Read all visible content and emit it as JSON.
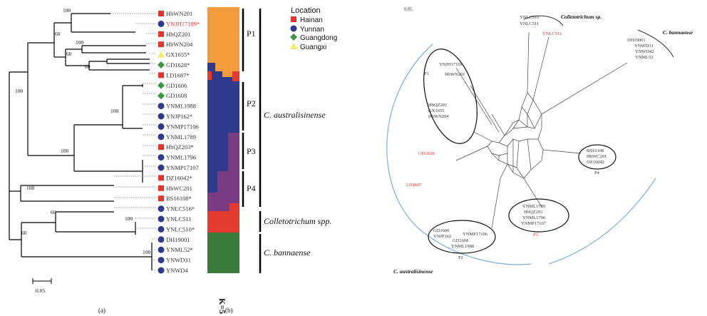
{
  "tree": {
    "taxa": [
      {
        "label": "HbWN201",
        "loc": "hainan",
        "red": false
      },
      {
        "label": "YNJH17109*",
        "loc": "yunnan",
        "red": true
      },
      {
        "label": "HbQZ201",
        "loc": "hainan",
        "red": false
      },
      {
        "label": "HbWN204",
        "loc": "hainan",
        "red": false
      },
      {
        "label": "GX1655*",
        "loc": "guangxi",
        "red": false
      },
      {
        "label": "GD1628*",
        "loc": "guangdong",
        "red": false
      },
      {
        "label": "LD1687*",
        "loc": "hainan",
        "red": false
      },
      {
        "label": "GD1606",
        "loc": "guangdong",
        "red": false
      },
      {
        "label": "GD1608",
        "loc": "guangdong",
        "red": false
      },
      {
        "label": "YNML1988",
        "loc": "yunnan",
        "red": false
      },
      {
        "label": "YNJP162*",
        "loc": "yunnan",
        "red": false
      },
      {
        "label": "YNMP17106",
        "loc": "yunnan",
        "red": false
      },
      {
        "label": "YNML1789",
        "loc": "yunnan",
        "red": false
      },
      {
        "label": "HbQZ203*",
        "loc": "hainan",
        "red": false
      },
      {
        "label": "YNML1796",
        "loc": "yunnan",
        "red": false
      },
      {
        "label": "YNMP17107",
        "loc": "yunnan",
        "red": false
      },
      {
        "label": "DZ16042*",
        "loc": "hainan",
        "red": false
      },
      {
        "label": "HbWC201",
        "loc": "hainan",
        "red": false
      },
      {
        "label": "BS16108*",
        "loc": "hainan",
        "red": false
      },
      {
        "label": "YNLC516*",
        "loc": "yunnan",
        "red": false
      },
      {
        "label": "YNLC511",
        "loc": "yunnan",
        "red": false
      },
      {
        "label": "YNLC510*",
        "loc": "yunnan",
        "red": false
      },
      {
        "label": "DH19001",
        "loc": "yunnan",
        "red": false
      },
      {
        "label": "YNML52*",
        "loc": "yunnan",
        "red": false
      },
      {
        "label": "YNWD31",
        "loc": "yunnan",
        "red": false
      },
      {
        "label": "YNWD4",
        "loc": "yunnan",
        "red": false
      }
    ],
    "bootstrap": [
      "100",
      "60",
      "100",
      "60",
      "60",
      "100",
      "100",
      "100",
      "60",
      "100",
      "60",
      "100"
    ],
    "scale_label": "0.05",
    "panel_label": "(a)"
  },
  "legend": {
    "title": "Location",
    "items": [
      {
        "key": "hainan",
        "label": "Hainan",
        "color": "#e8332b",
        "shape": "square"
      },
      {
        "key": "yunnan",
        "label": "Yunnan",
        "color": "#2f3a8f",
        "shape": "circle"
      },
      {
        "key": "guangdong",
        "label": "Guangdong",
        "color": "#3a9a3a",
        "shape": "diamond"
      },
      {
        "key": "guangxi",
        "label": "Guangxi",
        "color": "#f2ec6a",
        "shape": "triangle"
      }
    ]
  },
  "structure": {
    "k_label": "K=5",
    "panel_label": "(b)",
    "colors": {
      "orange": "#f39a3a",
      "blue": "#2e3a8c",
      "purple": "#7a3c82",
      "red": "#e53a30",
      "green": "#3a7a3a"
    }
  },
  "groups": [
    "P1",
    "P2",
    "P3",
    "P4"
  ],
  "species": {
    "australisinense": "C. australisinense",
    "colletotrichum": "Colletotrichum spp.",
    "bannaense": "C. bannaense"
  },
  "network": {
    "scale": "0.01",
    "title_colleto": "Colletotrichum sp.",
    "title_bannaense": "C. bannaense",
    "title_australisinense": "C. australisinense",
    "lc510": "YNLC510",
    "lc511": "YNLC511",
    "lc516": "YNLC516",
    "bann_labels": [
      "DH19001",
      "YNWD31",
      "YNWD42",
      "YNML52"
    ],
    "p1_label": "P1",
    "p1_top": [
      "YNJH17109",
      "HbWN201"
    ],
    "p1_bottom": [
      "HbQZ201",
      "GX1655",
      "HbWN204"
    ],
    "gd1628": "GD1628",
    "ld1687": "LD1687",
    "p4_members": [
      "BS16108",
      "HbWC201",
      "DZ16042"
    ],
    "p4_label": "P4",
    "p3_members": [
      "YNML1789",
      "HbQZ203",
      "YNML1796",
      "YNMP17107"
    ],
    "p3_label": "P3",
    "p2_left": [
      "GD1606",
      "YNJP162"
    ],
    "p2_right": "YNMP17106",
    "p2_bottom": [
      "GD1608",
      "YNML1988"
    ],
    "p2_label": "P2"
  }
}
